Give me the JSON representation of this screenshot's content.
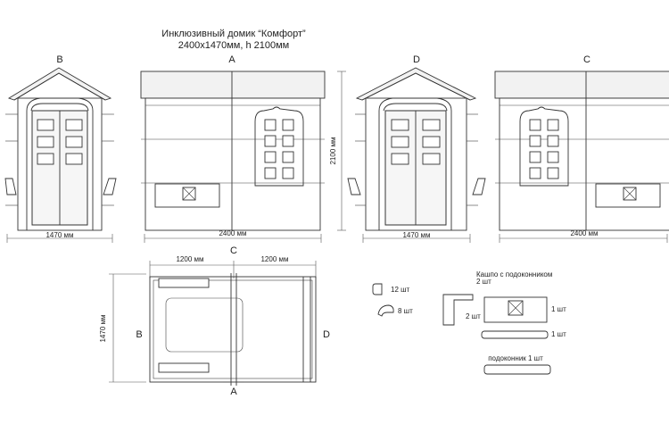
{
  "title": {
    "line1": "Инклюзивный домик “Комфорт”",
    "line2": "2400x1470мм, h 2100мм"
  },
  "views": {
    "b": {
      "letter": "B",
      "width_label": "1470 мм"
    },
    "a": {
      "letter": "A",
      "width_label": "2400 мм"
    },
    "d": {
      "letter": "D",
      "width_label": "1470 мм"
    },
    "c": {
      "letter": "C",
      "width_label": "2400 мм"
    },
    "height_label": "2100 мм"
  },
  "plan": {
    "top_letter": "C",
    "bottom_letter": "A",
    "left_letter": "B",
    "right_letter": "D",
    "dim_left": "1200 мм",
    "dim_right": "1200 мм",
    "dim_depth": "1470 мм"
  },
  "parts": {
    "clip_qty": "12 шт",
    "hook_qty": "8 шт",
    "planter_title_1": "Кашпо с подоконником",
    "planter_title_2": "2 шт",
    "bracket_qty": "2 шт",
    "box_qty": "1 шт",
    "shelf_qty": "1 шт",
    "sill_label": "подоконник 1 шт"
  }
}
